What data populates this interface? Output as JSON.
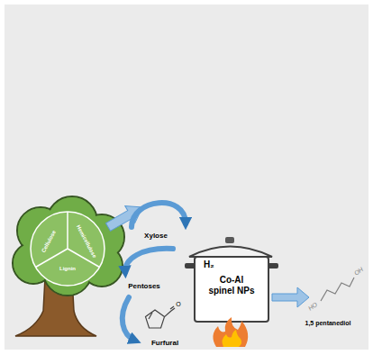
{
  "diagram": {
    "nodes": [
      {
        "text": [
          "Cellulose",
          "Hemicellulose",
          "Lignin"
        ]
      },
      {
        "text": [
          "H₂",
          "Co-Al spinel NPs"
        ]
      }
    ],
    "labels": [
      "Xylose",
      "Pentoses",
      "O",
      "Furfural",
      "HO",
      "OH",
      "1,5 pentanediol"
    ]
  }
}
